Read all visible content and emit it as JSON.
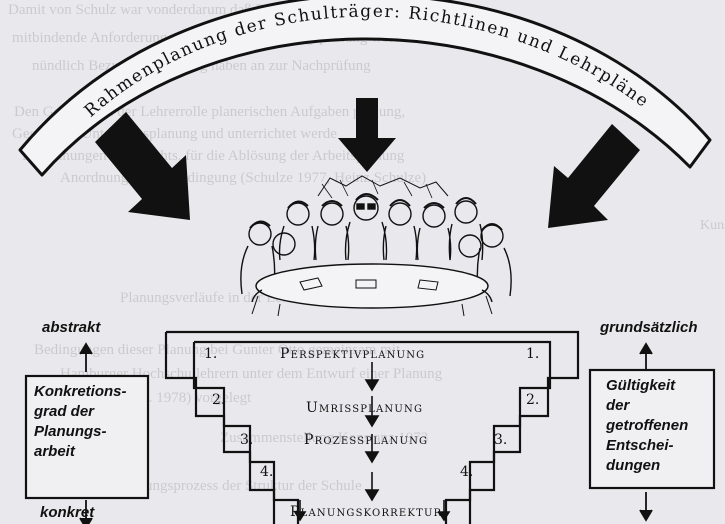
{
  "banner": {
    "title": "Rahmenplanung der Schulträger: Richtlinen und Lehrpläne"
  },
  "left": {
    "top_label": "abstrakt",
    "bottom_label": "konkret",
    "box_lines": [
      "Konkretions-",
      "grad der",
      "Planungs-",
      "arbeit"
    ]
  },
  "right": {
    "top_label": "grundsätzlich",
    "box_lines": [
      "Gültigkeit",
      "der",
      "getroffenen",
      "Entschei-",
      "dungen"
    ]
  },
  "levels": [
    {
      "number": "1.",
      "label": "Perspektivplanung"
    },
    {
      "number": "2.",
      "label": "Umrissplanung"
    },
    {
      "number": "3.",
      "label": "Prozessplanung"
    },
    {
      "number": "4.",
      "label": "Planungskorrektur"
    }
  ],
  "background_text": [
    "Damit von Schulz war vonderdarum daß Dieser das doch geforderte",
    "mitbindende Anforderungen genannt Anforderungsplanung werde",
    "nündlich Bezug  an fürderung haben an zur Nachprüfung",
    "Den Gegenstand der Lehrerrolle planerischen Aufgaben planung,",
    "Gegenwart  Unterrichtsplanung  und unterrichtet werde",
    "für Planungen Unterrichts, für die Ablösung der Arbeitsplanung",
    "Anordnung sowie Bedingung (Schulze 1977, Heinz Schulze)",
    "Kunst",
    "Planungsverläufe in der Lehre eingerichtet Schule",
    "Bedingungen dieser Planung bei Gunter Otto gemeinsam mit",
    "Hamburger Hochschullehrern unter dem Entwurf einer Planung",
    "(Boettcher u. a. 1978) vorgelegt",
    "Zusammenstellung Konstanz 1973",
    "Erkenntnis im Planungsprozess der Struktur der Schule"
  ]
}
